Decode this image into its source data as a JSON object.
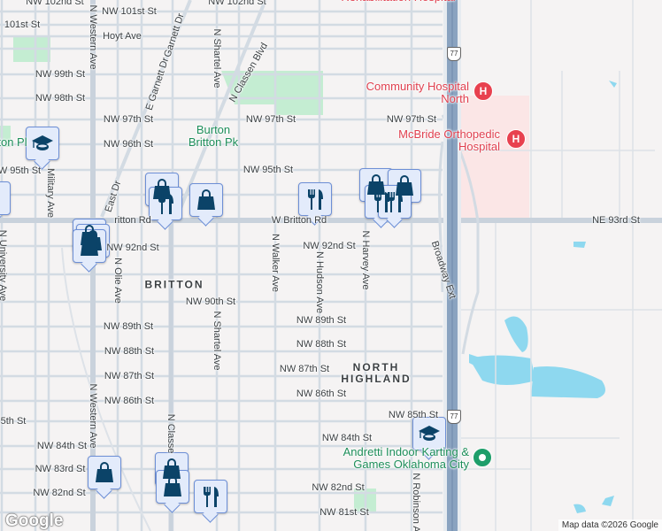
{
  "map": {
    "colors": {
      "land": "#f5f3f3",
      "road": "#d3dbe3",
      "major_road": "#c9d2dc",
      "highway": "#8aa3c0",
      "park": "#c4edd2",
      "water": "#8ed8ef",
      "hospital_area": "#fbe6e6",
      "marker_bg": "#e3ebfb",
      "marker_icon": "#0b4368",
      "hospital": "#e8414f",
      "poi": "#1e9e6a"
    },
    "streets": [
      "NW 102nd St",
      "NW 102nd St",
      "NW 101st St",
      "101st St",
      "Hoyt Ave",
      "NW 99th St",
      "NW 98th St",
      "NW 97th St",
      "NW 97th St",
      "NW 97th St",
      "NW 96th St",
      "NW 95th St",
      "NW 95th St",
      "ritton Rd",
      "W Britton Rd",
      "NE 93rd St",
      "NW 92nd St",
      "NW 92nd St",
      "NW 90th St",
      "NW 89th St",
      "NW 89th St",
      "NW 88th St",
      "NW 88th St",
      "NW 87th St",
      "NW 87th St",
      "NW 86th St",
      "NW 86th St",
      "NW 85th St",
      "5th St",
      "NW 84th St",
      "NW 84th St",
      "NW 83rd St",
      "NW 82nd St",
      "NW 82nd St",
      "NW 81st St",
      "N Western Ave",
      "N Western Ave",
      "Garnett Dr",
      "E Garnett Dr",
      "N Shartel Ave",
      "N Shartel Ave",
      "N Classen Blvd",
      "N Walker Ave",
      "N Hudson Ave",
      "N Harvey Ave",
      "Broadway Ext",
      "N Robinson A",
      "Military Ave",
      "East Dr",
      "N Olie Ave",
      "N University Ave",
      "N Classe"
    ],
    "places": {
      "park": "Burton Britton Pk",
      "park_partial": "ton Pl",
      "hospital_1": "Community Hospital North",
      "hospital_2": "McBride Orthopedic Hospital",
      "hospital_top": "Rehabilitation Hospital",
      "poi": "Andretti Indoor Karting & Games Oklahoma City",
      "neighborhood_1": "BRITTON",
      "neighborhood_2": "NORTH HIGHLAND"
    },
    "highway_shield": "77",
    "hospital_icon": "H",
    "markers": [
      {
        "type": "school"
      },
      {
        "type": "school"
      },
      {
        "type": "shopping"
      },
      {
        "type": "shopping"
      },
      {
        "type": "shopping"
      },
      {
        "type": "shopping"
      },
      {
        "type": "shopping"
      },
      {
        "type": "shopping"
      },
      {
        "type": "shopping"
      },
      {
        "type": "shopping"
      },
      {
        "type": "shopping"
      },
      {
        "type": "shopping"
      },
      {
        "type": "restaurant"
      },
      {
        "type": "restaurant"
      },
      {
        "type": "restaurant"
      },
      {
        "type": "restaurant"
      },
      {
        "type": "restaurant"
      }
    ],
    "logo": "Google",
    "attribution": "Map data ©2026 Google"
  }
}
